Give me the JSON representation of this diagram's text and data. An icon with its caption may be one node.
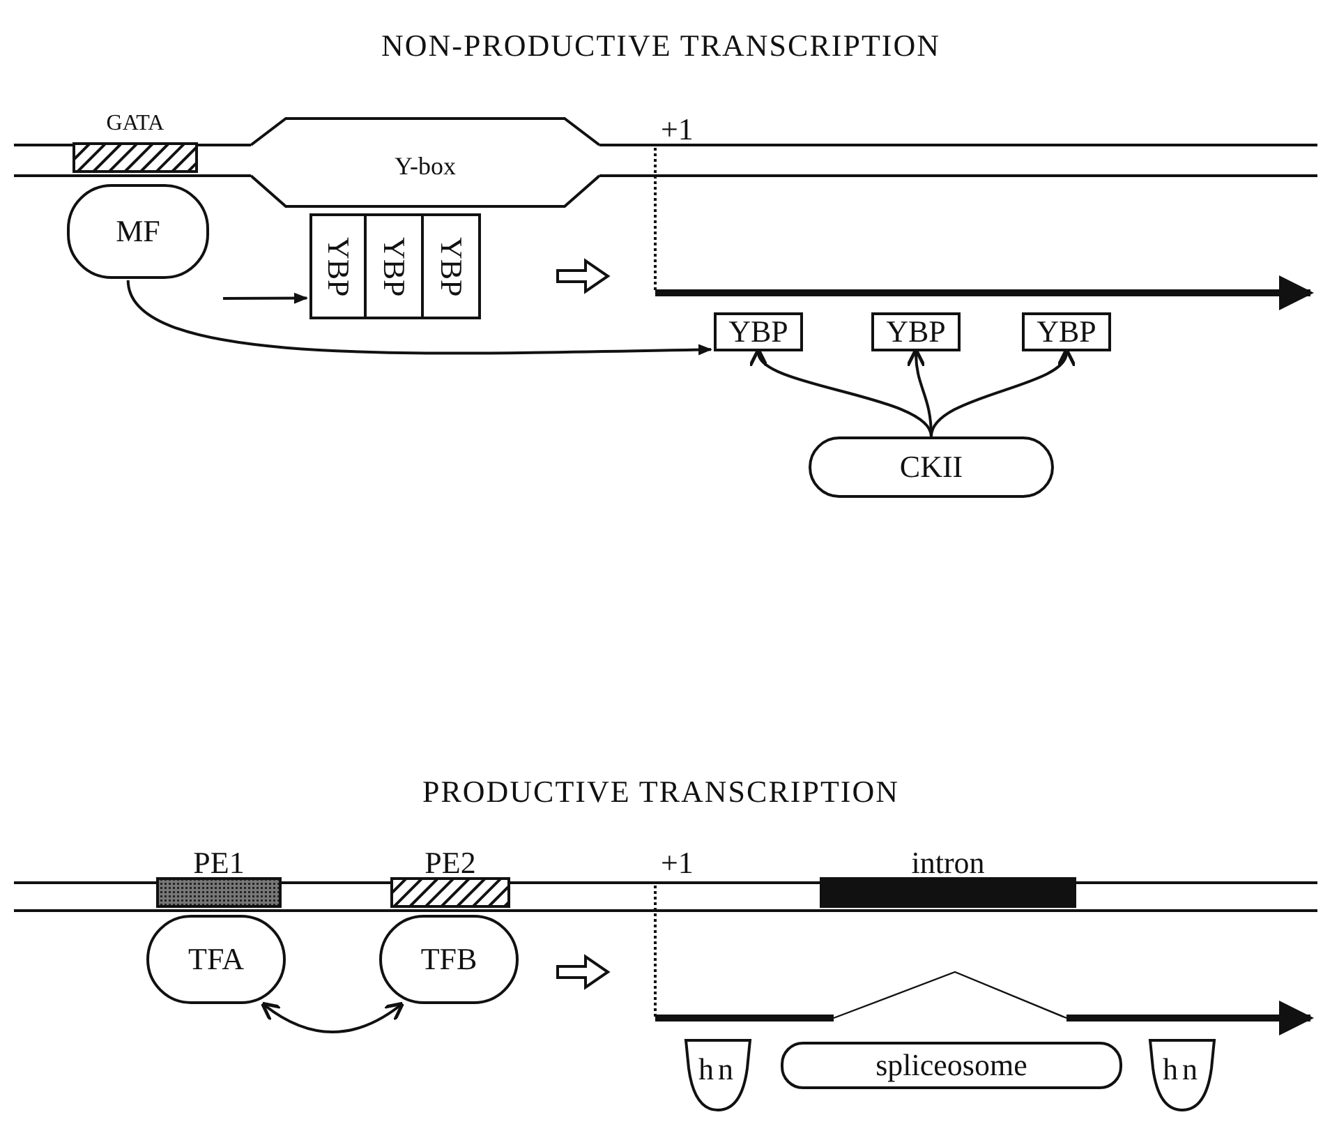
{
  "diagram": {
    "nodes": [
      {
        "text": [
          "GATA"
        ]
      },
      {
        "text": [
          "MF"
        ]
      },
      {
        "text": [
          "Y-box"
        ]
      },
      {
        "text": [
          "YBP"
        ]
      },
      {
        "text": [
          "YBP"
        ]
      },
      {
        "text": [
          "YBP"
        ]
      },
      {
        "text": [
          "YBP"
        ]
      },
      {
        "text": [
          "YBP"
        ]
      },
      {
        "text": [
          "YBP"
        ]
      },
      {
        "text": [
          "CKII"
        ]
      },
      {
        "text": [
          "PE1"
        ]
      },
      {
        "text": [
          "PE2"
        ]
      },
      {
        "text": [
          "TFA"
        ]
      },
      {
        "text": [
          "TFB"
        ]
      },
      {
        "text": [
          "intron"
        ]
      },
      {
        "text": [
          "hn"
        ]
      },
      {
        "text": [
          "spliceosome"
        ]
      },
      {
        "text": [
          "hn"
        ]
      }
    ],
    "edges": [
      {
        "from": null,
        "to": 3,
        "arrow": "to"
      },
      {
        "from": 1,
        "to": 6,
        "arrow": "to"
      },
      {
        "from": 9,
        "to": 6,
        "arrow": "to"
      },
      {
        "from": 9,
        "to": 7,
        "arrow": "to"
      },
      {
        "from": 9,
        "to": 8,
        "arrow": "to"
      },
      {
        "from": 12,
        "to": 13,
        "arrow": "both"
      }
    ],
    "labels": [
      "NON-PRODUCTIVE TRANSCRIPTION",
      "+1",
      "PRODUCTIVE TRANSCRIPTION",
      "+1"
    ]
  }
}
